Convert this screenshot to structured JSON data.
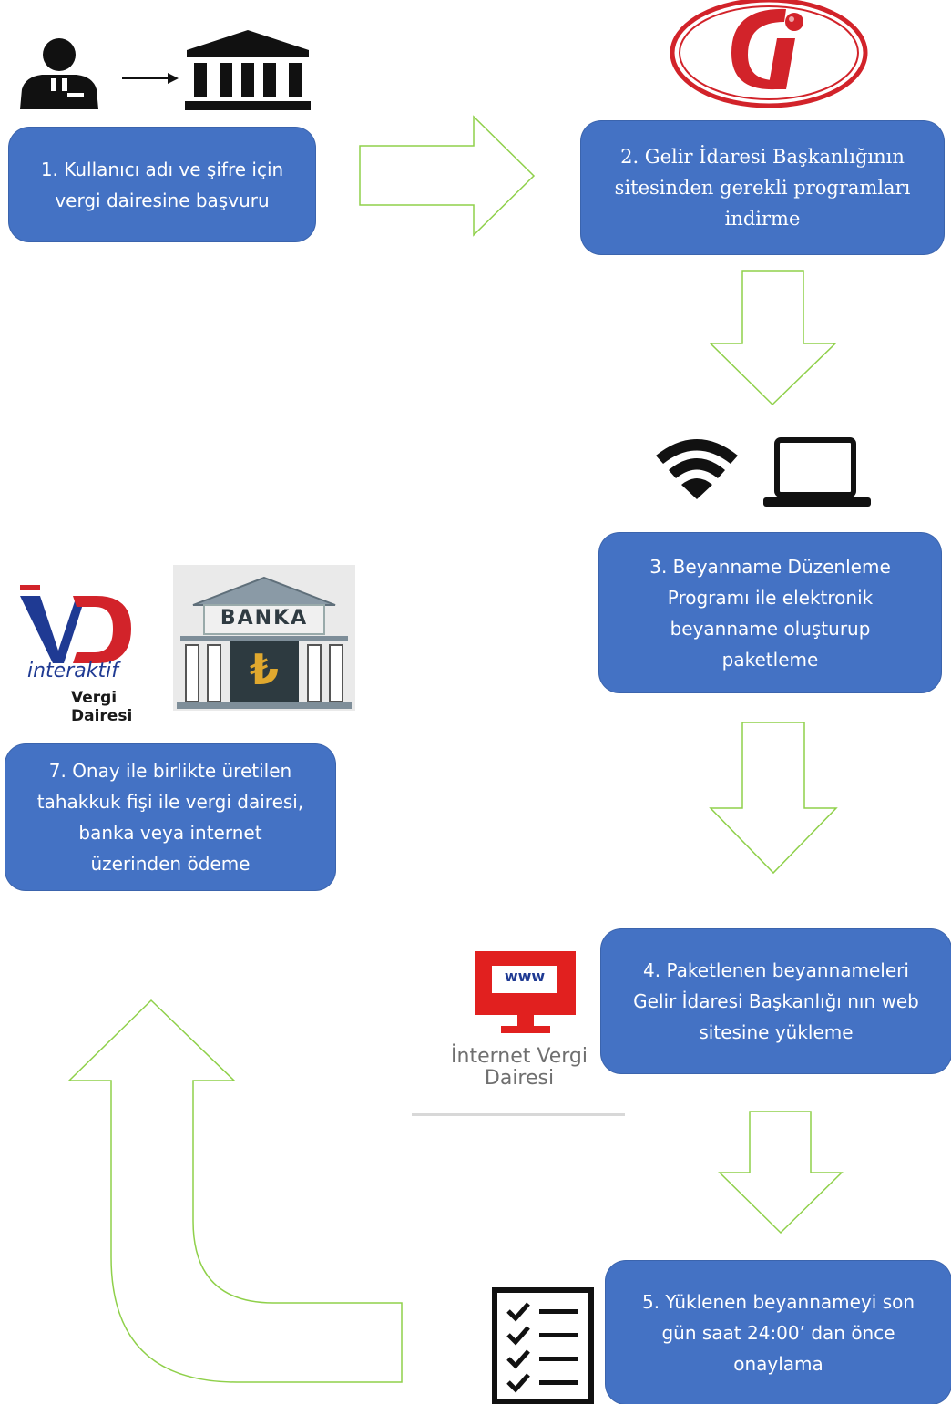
{
  "steps": [
    {
      "id": 1,
      "lines": [
        "1. Kullanıcı adı ve şifre için",
        "vergi dairesine başvuru"
      ]
    },
    {
      "id": 2,
      "lines": [
        "2. Gelir İdaresi Başkanlığının",
        "sitesinden gerekli programları",
        "indirme"
      ]
    },
    {
      "id": 3,
      "lines": [
        "3. Beyanname Düzenleme",
        "Programı ile elektronik",
        "beyanname oluşturup",
        "paketleme"
      ]
    },
    {
      "id": 4,
      "lines": [
        "4. Paketlenen beyannameleri",
        "Gelir İdaresi Başkanlığı nın web",
        "sitesine yükleme"
      ]
    },
    {
      "id": 5,
      "lines": [
        "5. Yüklenen beyannameyi son",
        "gün saat 24:00’ dan önce",
        "onaylama"
      ]
    },
    {
      "id": 7,
      "lines": [
        "7. Onay ile birlikte üretilen",
        "tahakkuk fişi ile vergi dairesi,",
        "banka veya internet",
        "üzerinden ödeme"
      ]
    }
  ],
  "logos": {
    "bank_label": "BANKA",
    "currency_symbol": "₺",
    "ivd_letters": "VD",
    "ivd_line1": "interaktif",
    "ivd_line2": "Vergi Dairesi",
    "ivd_web_label": "www",
    "ivd_web_line1": "İnternet Vergi",
    "ivd_web_line2": "Dairesi",
    "gib_letter": "i"
  },
  "colors": {
    "box": "#4472c4",
    "arrow_outline": "#8fd04a",
    "gib_red": "#d2232a",
    "ivd_blue": "#1f3a93",
    "ivd_red": "#d2232a",
    "bank_gold": "#e0a82e"
  }
}
